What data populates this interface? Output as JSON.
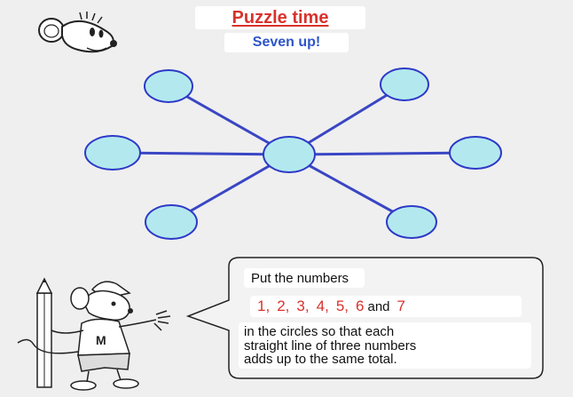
{
  "header": {
    "title": "Puzzle time",
    "subtitle": "Seven up!"
  },
  "colors": {
    "title": "#d8322c",
    "subtitle": "#2e55c9",
    "circle_fill": "#b3e9ee",
    "circle_stroke": "#2d39c8",
    "line": "#3a46c4",
    "background": "#efefef"
  },
  "puzzle": {
    "circles": [
      "",
      "",
      "",
      "",
      "",
      "",
      ""
    ]
  },
  "speech": {
    "intro": "Put the numbers",
    "numbers": [
      "1",
      "2",
      "3",
      "4",
      "5",
      "6"
    ],
    "and_word": "and",
    "last_number": "7",
    "instruction_lines": [
      "in the circles so that each",
      "straight line of three numbers",
      "adds up to the same total."
    ]
  },
  "icons": [
    "mouse-head-icon",
    "mouse-with-pencil-icon"
  ]
}
